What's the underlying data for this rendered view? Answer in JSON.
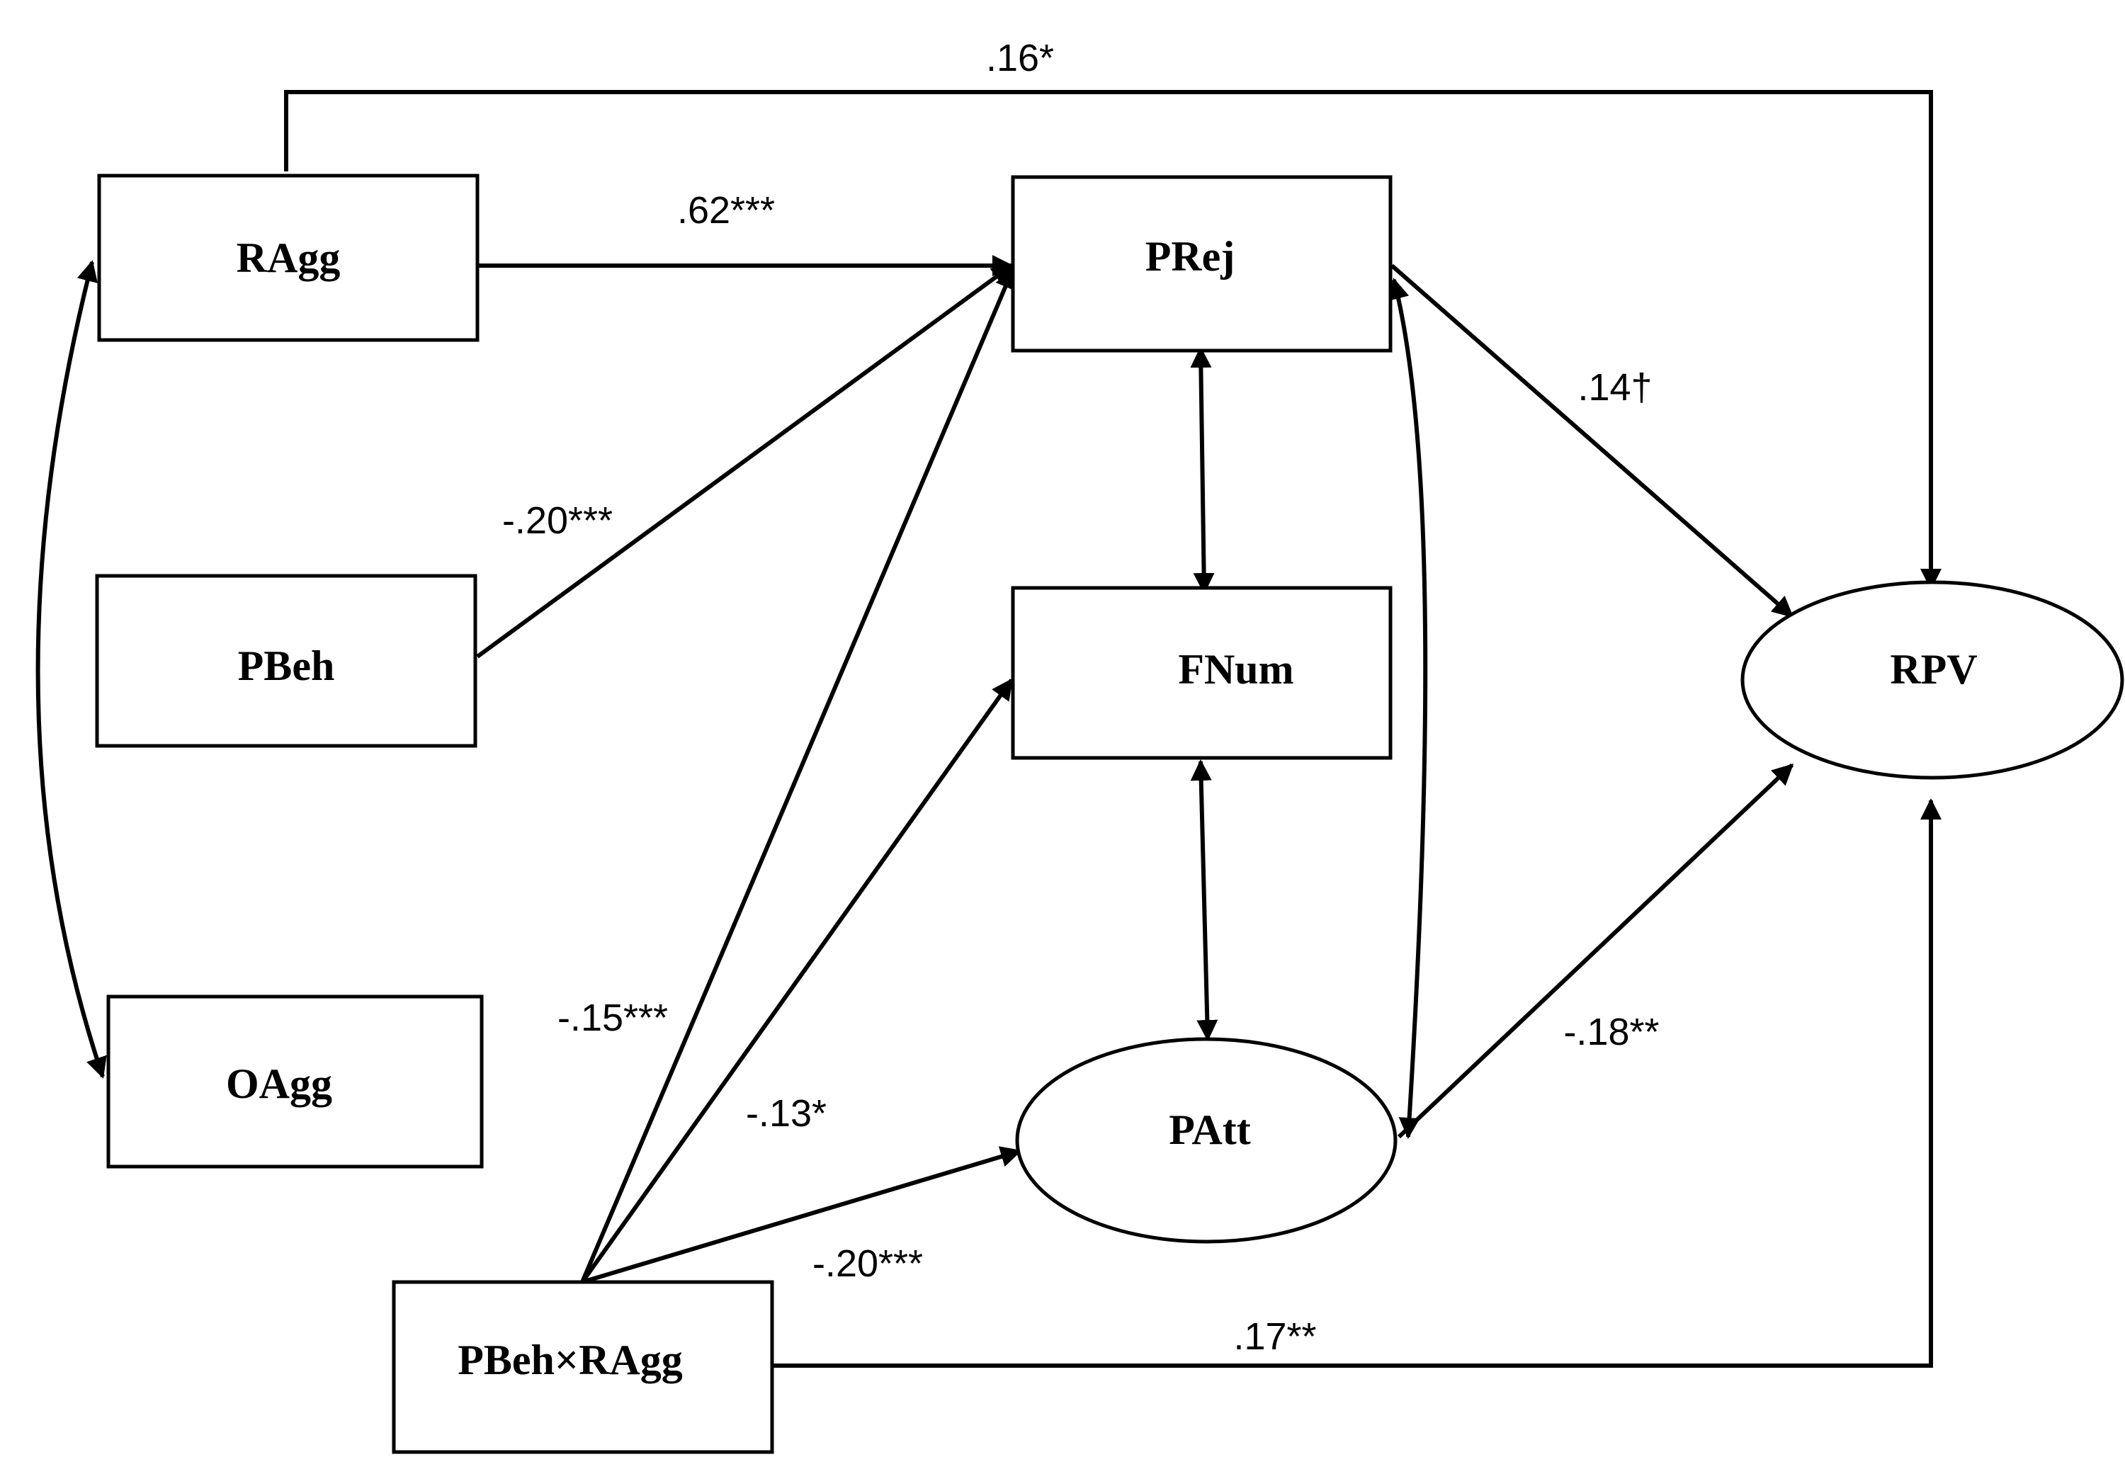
{
  "nodes": {
    "ragg": "RAgg",
    "pbeh": "PBeh",
    "oagg": "OAgg",
    "pbeh_x_ragg": "PBeh×RAgg",
    "prej": "PRej",
    "fnum": "FNum",
    "patt": "PAtt",
    "rpv": "RPV"
  },
  "paths": {
    "ragg_rpv": ".16*",
    "ragg_prej": ".62***",
    "pbeh_prej": "-.20***",
    "prej_rpv": ".14†",
    "int_prej": "-.15***",
    "int_fnum": "-.13*",
    "int_patt": "-.20***",
    "patt_rpv": "-.18**",
    "int_rpv": ".17**"
  }
}
